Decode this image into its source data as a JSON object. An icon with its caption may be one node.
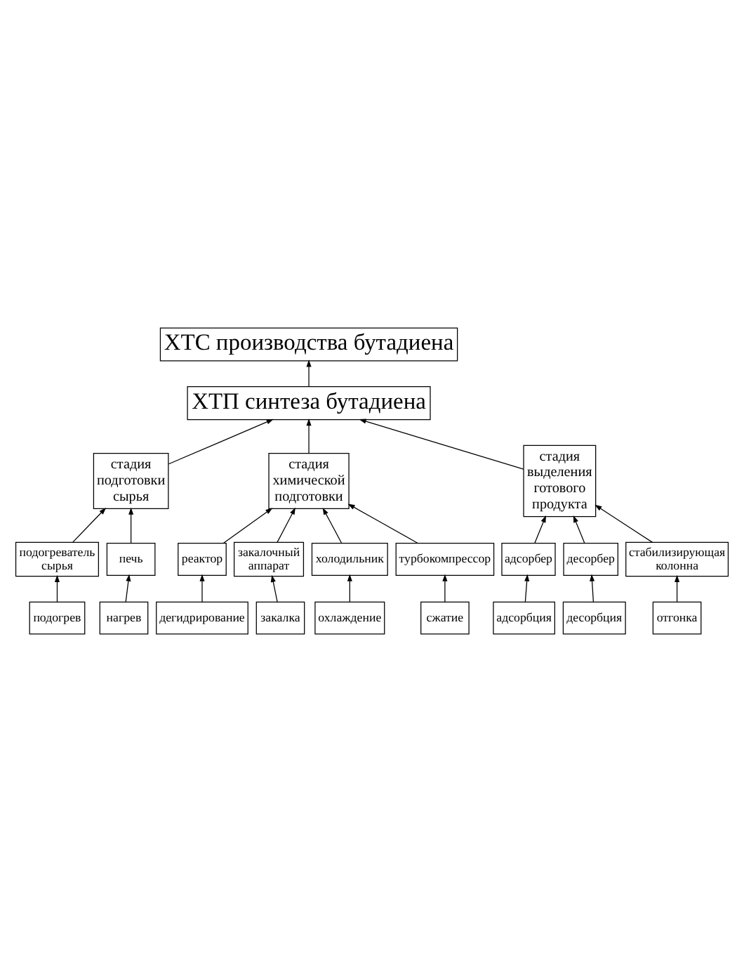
{
  "diagram": {
    "nodes": [
      {
        "text": [
          "ХТС производства бутадиена"
        ]
      },
      {
        "text": [
          "ХТП синтеза бутадиена"
        ]
      },
      {
        "text": [
          "стадия подготовки сырья"
        ]
      },
      {
        "text": [
          "стадия химической подготовки"
        ]
      },
      {
        "text": [
          "стадия выделения готового продукта"
        ]
      },
      {
        "text": [
          "подогреватель сырья"
        ]
      },
      {
        "text": [
          "печь"
        ]
      },
      {
        "text": [
          "реактор"
        ]
      },
      {
        "text": [
          "закалочный аппарат"
        ]
      },
      {
        "text": [
          "холодильник"
        ]
      },
      {
        "text": [
          "турбокомпрессор"
        ]
      },
      {
        "text": [
          "адсорбер"
        ]
      },
      {
        "text": [
          "десорбер"
        ]
      },
      {
        "text": [
          "стабилизирующая колонна"
        ]
      },
      {
        "text": [
          "подогрев"
        ]
      },
      {
        "text": [
          "нагрев"
        ]
      },
      {
        "text": [
          "дегидрирование"
        ]
      },
      {
        "text": [
          "закалка"
        ]
      },
      {
        "text": [
          "охлаждение"
        ]
      },
      {
        "text": [
          "сжатие"
        ]
      },
      {
        "text": [
          "адсорбция"
        ]
      },
      {
        "text": [
          "десорбция"
        ]
      },
      {
        "text": [
          "отгонка"
        ]
      }
    ],
    "edges": [
      {
        "from": 1,
        "to": 0,
        "arrow": "to"
      },
      {
        "from": 2,
        "to": 1,
        "arrow": "to"
      },
      {
        "from": 3,
        "to": 1,
        "arrow": "to"
      },
      {
        "from": 4,
        "to": 1,
        "arrow": "to"
      },
      {
        "from": 5,
        "to": 2,
        "arrow": "to"
      },
      {
        "from": 6,
        "to": 2,
        "arrow": "to"
      },
      {
        "from": 7,
        "to": 3,
        "arrow": "to"
      },
      {
        "from": 8,
        "to": 3,
        "arrow": "to"
      },
      {
        "from": 9,
        "to": 3,
        "arrow": "to"
      },
      {
        "from": 10,
        "to": 3,
        "arrow": "to"
      },
      {
        "from": 11,
        "to": 4,
        "arrow": "to"
      },
      {
        "from": 12,
        "to": 4,
        "arrow": "to"
      },
      {
        "from": 13,
        "to": 4,
        "arrow": "to"
      },
      {
        "from": 14,
        "to": 5,
        "arrow": "to"
      },
      {
        "from": 15,
        "to": 6,
        "arrow": "to"
      },
      {
        "from": 16,
        "to": 7,
        "arrow": "to"
      },
      {
        "from": 17,
        "to": 8,
        "arrow": "to"
      },
      {
        "from": 18,
        "to": 9,
        "arrow": "to"
      },
      {
        "from": 19,
        "to": 10,
        "arrow": "to"
      },
      {
        "from": 20,
        "to": 11,
        "arrow": "to"
      },
      {
        "from": 21,
        "to": 12,
        "arrow": "to"
      },
      {
        "from": 22,
        "to": 13,
        "arrow": "to"
      }
    ]
  }
}
